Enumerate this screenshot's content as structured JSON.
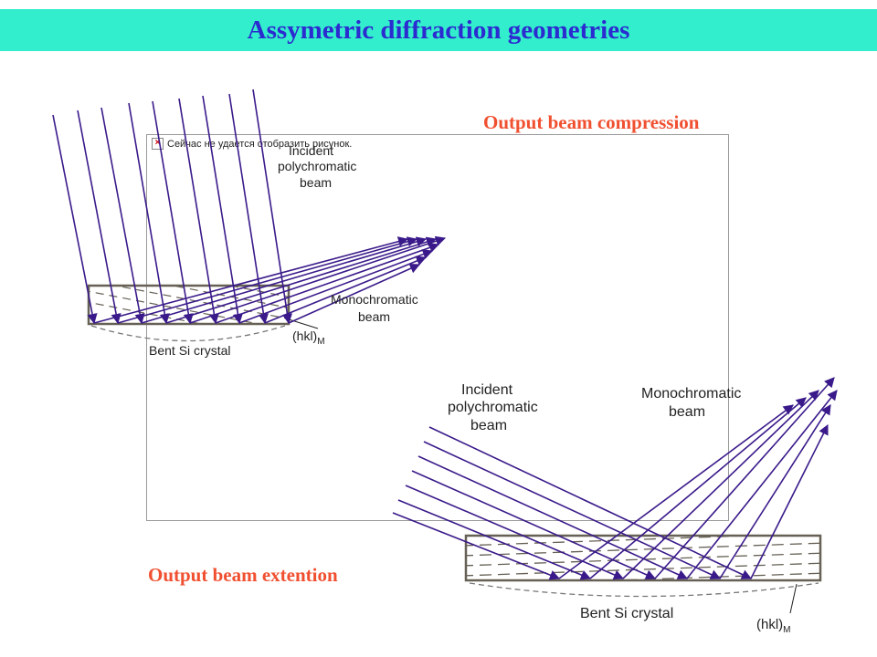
{
  "title": "Assymetric diffraction geometries",
  "captions": {
    "compression": "Output beam compression",
    "extension": "Output beam extention"
  },
  "broken_image": {
    "text": "Сейчас не удается отобразить рисунок."
  },
  "top_diagram": {
    "incident_lines": [
      "Incident",
      "polychromatic",
      "beam"
    ],
    "mono_lines": [
      "Monochromatic",
      "beam"
    ],
    "crystal_label": "Bent Si crystal",
    "hkl_main": "(hkl)",
    "hkl_sub": "M"
  },
  "bottom_diagram": {
    "incident_lines": [
      "Incident",
      "polychromatic",
      "beam"
    ],
    "mono_lines": [
      "Monochromatic",
      "beam"
    ],
    "crystal_label": "Bent Si crystal",
    "hkl_main": "(hkl)",
    "hkl_sub": "M"
  },
  "colors": {
    "beam": "#3a1a8a",
    "crystal": "#666055",
    "title_bar": "#33eecc",
    "title_text": "#2b2bd0",
    "caption_text": "#f05030"
  }
}
